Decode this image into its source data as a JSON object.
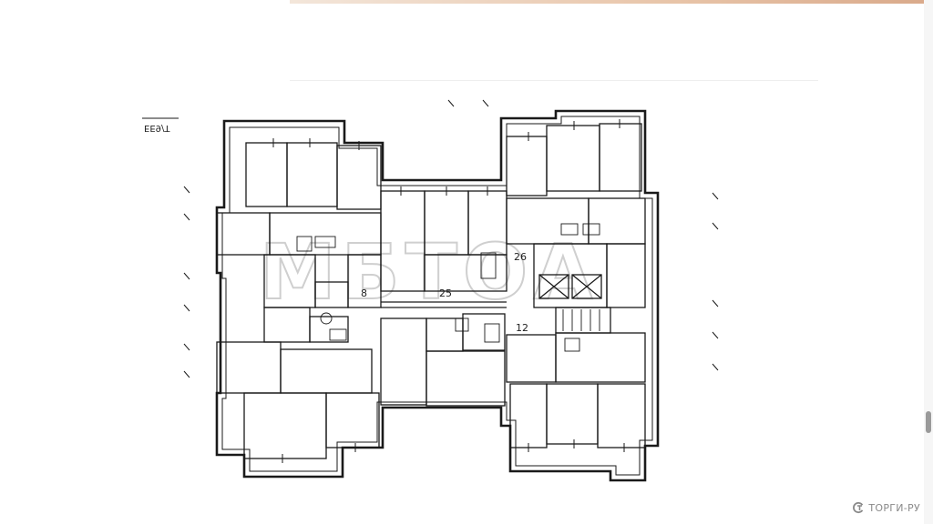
{
  "plan": {
    "plan_code": "ЕЕ9/Т",
    "watermark_text": "МБТОА",
    "room_numbers": {
      "stair_a": "8",
      "stair_b": "12",
      "shaft_left": "25",
      "shaft_right": "26"
    }
  },
  "brand": {
    "name": "ТОРГИ-РУ",
    "color": "#8a8a8a"
  }
}
